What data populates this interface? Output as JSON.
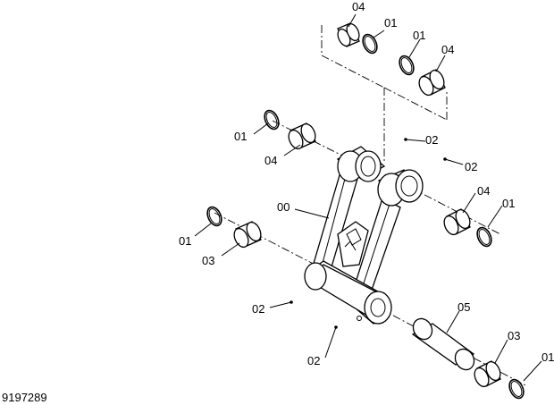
{
  "drawing_number": "9197289",
  "callouts": {
    "c01_a": "01",
    "c01_b": "01",
    "c01_c": "01",
    "c01_d": "01",
    "c01_e": "01",
    "c01_f": "01",
    "c00": "00",
    "c02_a": "02",
    "c02_b": "02",
    "c02_c": "02",
    "c02_d": "02",
    "c03_a": "03",
    "c03_b": "03",
    "c04_a": "04",
    "c04_b": "04",
    "c04_c": "04",
    "c04_d": "04",
    "c05": "05"
  }
}
